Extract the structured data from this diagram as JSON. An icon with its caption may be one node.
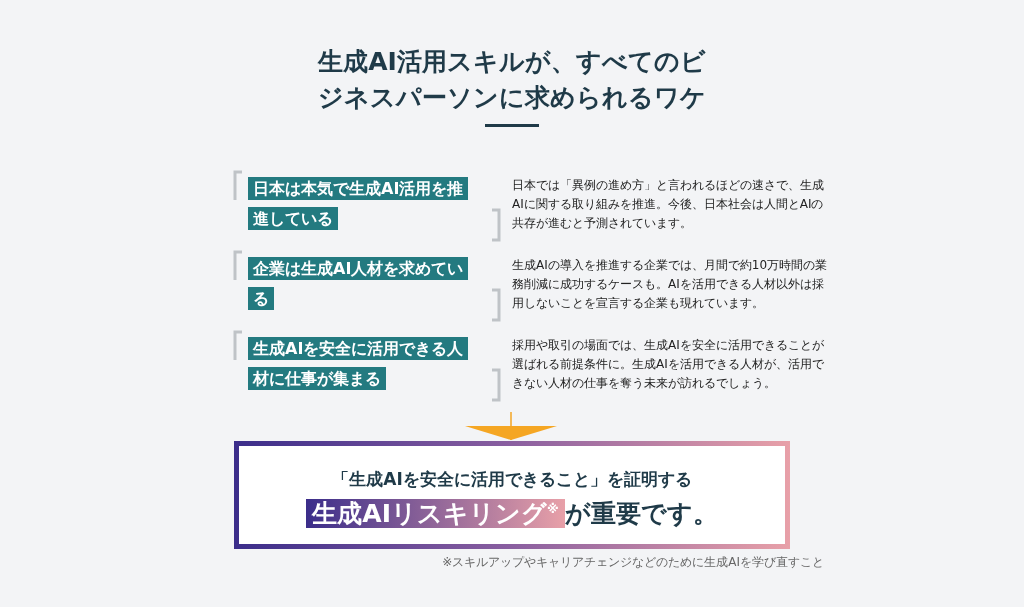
{
  "diagram": {
    "title": "生成AI活用スキルが、すべてのビジネスパーソンに求められるワケ",
    "nodes": [
      {
        "text": [
          "日本は本気で生成AI活用を推進している"
        ],
        "beside": [
          "日本では「異例の進め方」と言われるほどの速さで、生成AIに関する取り組みを推進。今後、日本社会は人間とAIの共存が進むと予測されています。"
        ]
      },
      {
        "text": [
          "企業は生成AI人材を求めている"
        ],
        "beside": [
          "生成AIの導入を推進する企業では、月間で約10万時間の業務削減に成功するケースも。AIを活用できる人材以外は採用しないことを宣言する企業も現れています。"
        ]
      },
      {
        "text": [
          "生成AIを安全に活用できる人材に仕事が集まる"
        ],
        "beside": [
          "採用や取引の場面では、生成AIを安全に活用できることが選ばれる前提条件に。生成AIを活用できる人材が、活用できない人材の仕事を奪う未来が訪れるでしょう。"
        ]
      },
      {
        "text": [
          "「生成AIを安全に活用できること」を証明する",
          "生成AIリスキリング$^{※}$",
          "が重要です。"
        ]
      }
    ],
    "edges": [
      {
        "from": 2,
        "to": 3,
        "arrow": "to",
        "color": "#f5a623"
      }
    ],
    "labels": [
      "※スキルアップやキャリアチェンジなどのために生成AIを学び直すこと"
    ]
  }
}
